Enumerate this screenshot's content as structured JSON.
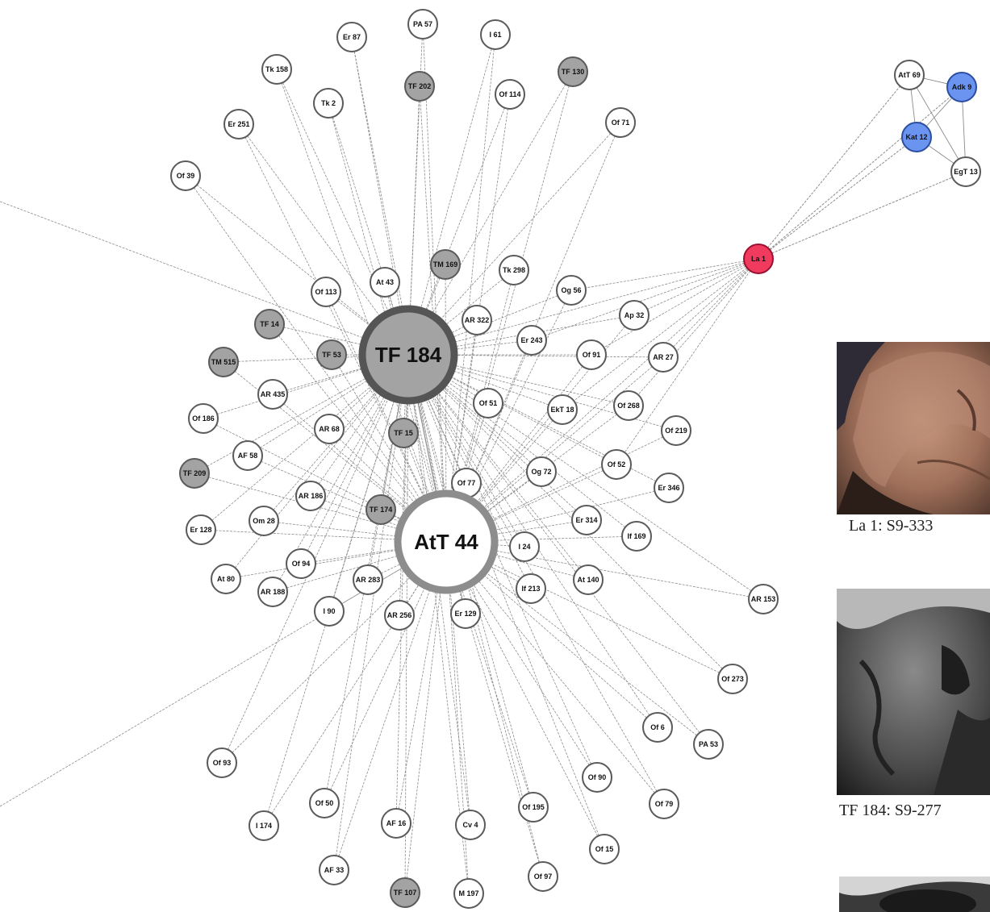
{
  "graph": {
    "node_fill": {
      "plain": "#ffffff",
      "grey": "#a3a3a3",
      "red": "#f03a5e",
      "blue": "#6b94f0"
    },
    "hubs": [
      {
        "id": "TF 184",
        "style": "grey"
      },
      {
        "id": "AtT 44",
        "style": "plain"
      }
    ],
    "cluster_nodes": [
      {
        "id": "Er 87",
        "style": "plain"
      },
      {
        "id": "PA 57",
        "style": "plain"
      },
      {
        "id": "I 61",
        "style": "plain"
      },
      {
        "id": "Tk 158",
        "style": "plain"
      },
      {
        "id": "TF 202",
        "style": "grey"
      },
      {
        "id": "TF 130",
        "style": "grey"
      },
      {
        "id": "Tk 2",
        "style": "plain"
      },
      {
        "id": "Of 114",
        "style": "plain"
      },
      {
        "id": "Er 251",
        "style": "plain"
      },
      {
        "id": "Of 71",
        "style": "plain"
      },
      {
        "id": "Of 39",
        "style": "plain"
      },
      {
        "id": "TM 169",
        "style": "grey"
      },
      {
        "id": "Tk 298",
        "style": "plain"
      },
      {
        "id": "At 43",
        "style": "plain"
      },
      {
        "id": "Of 113",
        "style": "plain"
      },
      {
        "id": "Og 56",
        "style": "plain"
      },
      {
        "id": "Ap 32",
        "style": "plain"
      },
      {
        "id": "AR 322",
        "style": "plain"
      },
      {
        "id": "TF 14",
        "style": "grey"
      },
      {
        "id": "TF 53",
        "style": "grey"
      },
      {
        "id": "Er 243",
        "style": "plain"
      },
      {
        "id": "Of 91",
        "style": "plain"
      },
      {
        "id": "AR 27",
        "style": "plain"
      },
      {
        "id": "TM 515",
        "style": "grey"
      },
      {
        "id": "AR 435",
        "style": "plain"
      },
      {
        "id": "Of 186",
        "style": "plain"
      },
      {
        "id": "Of 51",
        "style": "plain"
      },
      {
        "id": "EkT 18",
        "style": "plain"
      },
      {
        "id": "Of 268",
        "style": "plain"
      },
      {
        "id": "AR 68",
        "style": "plain"
      },
      {
        "id": "TF 15",
        "style": "grey"
      },
      {
        "id": "Of 219",
        "style": "plain"
      },
      {
        "id": "AF 58",
        "style": "plain"
      },
      {
        "id": "TF 209",
        "style": "grey"
      },
      {
        "id": "Og 72",
        "style": "plain"
      },
      {
        "id": "Of 52",
        "style": "plain"
      },
      {
        "id": "Of 77",
        "style": "plain"
      },
      {
        "id": "Er 346",
        "style": "plain"
      },
      {
        "id": "AR 186",
        "style": "plain"
      },
      {
        "id": "TF 174",
        "style": "grey"
      },
      {
        "id": "Om 28",
        "style": "plain"
      },
      {
        "id": "Er 128",
        "style": "plain"
      },
      {
        "id": "Er 314",
        "style": "plain"
      },
      {
        "id": "If 169",
        "style": "plain"
      },
      {
        "id": "I 24",
        "style": "plain"
      },
      {
        "id": "Of 94",
        "style": "plain"
      },
      {
        "id": "At 80",
        "style": "plain"
      },
      {
        "id": "AR 283",
        "style": "plain"
      },
      {
        "id": "At 140",
        "style": "plain"
      },
      {
        "id": "AR 188",
        "style": "plain"
      },
      {
        "id": "If 213",
        "style": "plain"
      },
      {
        "id": "AR 153",
        "style": "plain"
      },
      {
        "id": "I 90",
        "style": "plain"
      },
      {
        "id": "AR 256",
        "style": "plain"
      },
      {
        "id": "Er 129",
        "style": "plain"
      },
      {
        "id": "Of 273",
        "style": "plain"
      },
      {
        "id": "Of 6",
        "style": "plain"
      },
      {
        "id": "PA 53",
        "style": "plain"
      },
      {
        "id": "Of 93",
        "style": "plain"
      },
      {
        "id": "Of 90",
        "style": "plain"
      },
      {
        "id": "Of 50",
        "style": "plain"
      },
      {
        "id": "Of 195",
        "style": "plain"
      },
      {
        "id": "Of 79",
        "style": "plain"
      },
      {
        "id": "I 174",
        "style": "plain"
      },
      {
        "id": "AF 16",
        "style": "plain"
      },
      {
        "id": "Cv 4",
        "style": "plain"
      },
      {
        "id": "Of 15",
        "style": "plain"
      },
      {
        "id": "AF 33",
        "style": "plain"
      },
      {
        "id": "Of 97",
        "style": "plain"
      },
      {
        "id": "TF 107",
        "style": "grey"
      },
      {
        "id": "M 197",
        "style": "plain"
      }
    ],
    "bridge_node": {
      "id": "La 1",
      "style": "red"
    },
    "right_cluster": [
      {
        "id": "AtT 69",
        "style": "plain"
      },
      {
        "id": "Adk 9",
        "style": "blue"
      },
      {
        "id": "Kat 12",
        "style": "blue"
      },
      {
        "id": "EgT 13",
        "style": "plain"
      }
    ]
  },
  "photos": [
    {
      "caption": "La 1: S9-333",
      "tone": "sepia"
    },
    {
      "caption": "TF 184: S9-277",
      "tone": "bw"
    },
    {
      "caption": "",
      "tone": "bw-partial"
    }
  ]
}
